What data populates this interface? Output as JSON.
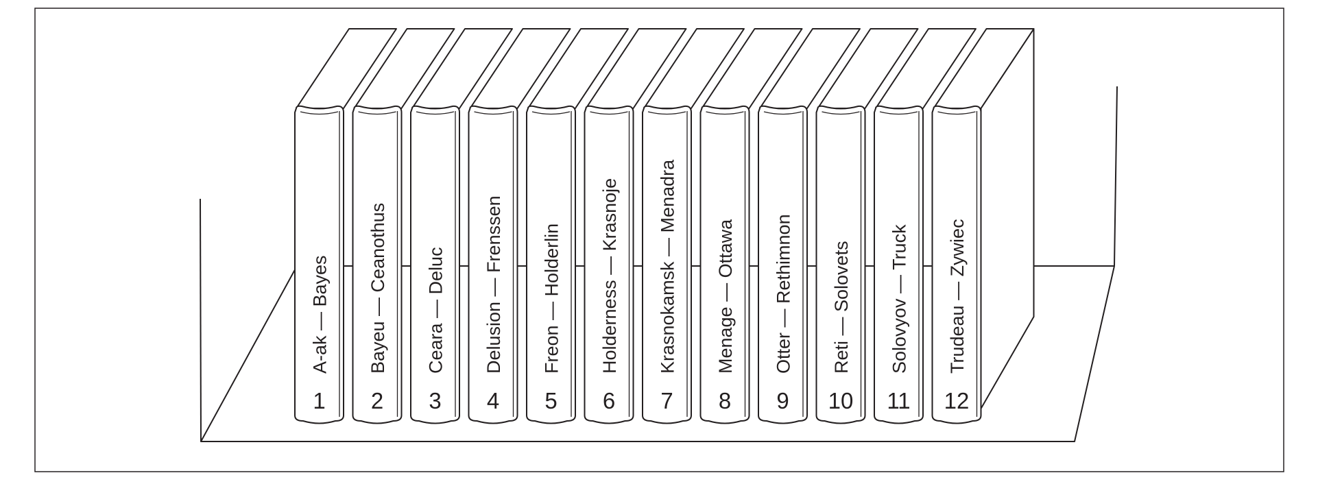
{
  "colors": {
    "ink": "#231f20",
    "paper": "#ffffff"
  },
  "books": [
    {
      "volume": "1",
      "range": "A-ak — Bayes"
    },
    {
      "volume": "2",
      "range": "Bayeu — Ceanothus"
    },
    {
      "volume": "3",
      "range": "Ceara — Deluc"
    },
    {
      "volume": "4",
      "range": "Delusion — Frenssen"
    },
    {
      "volume": "5",
      "range": "Freon — Holderlin"
    },
    {
      "volume": "6",
      "range": "Holderness — Krasnoje"
    },
    {
      "volume": "7",
      "range": "Krasnokamsk — Menadra"
    },
    {
      "volume": "8",
      "range": "Menage — Ottawa"
    },
    {
      "volume": "9",
      "range": "Otter — Rethimnon"
    },
    {
      "volume": "10",
      "range": "Reti — Solovets"
    },
    {
      "volume": "11",
      "range": "Solovyov — Truck"
    },
    {
      "volume": "12",
      "range": "Trudeau — Zywiec"
    }
  ]
}
